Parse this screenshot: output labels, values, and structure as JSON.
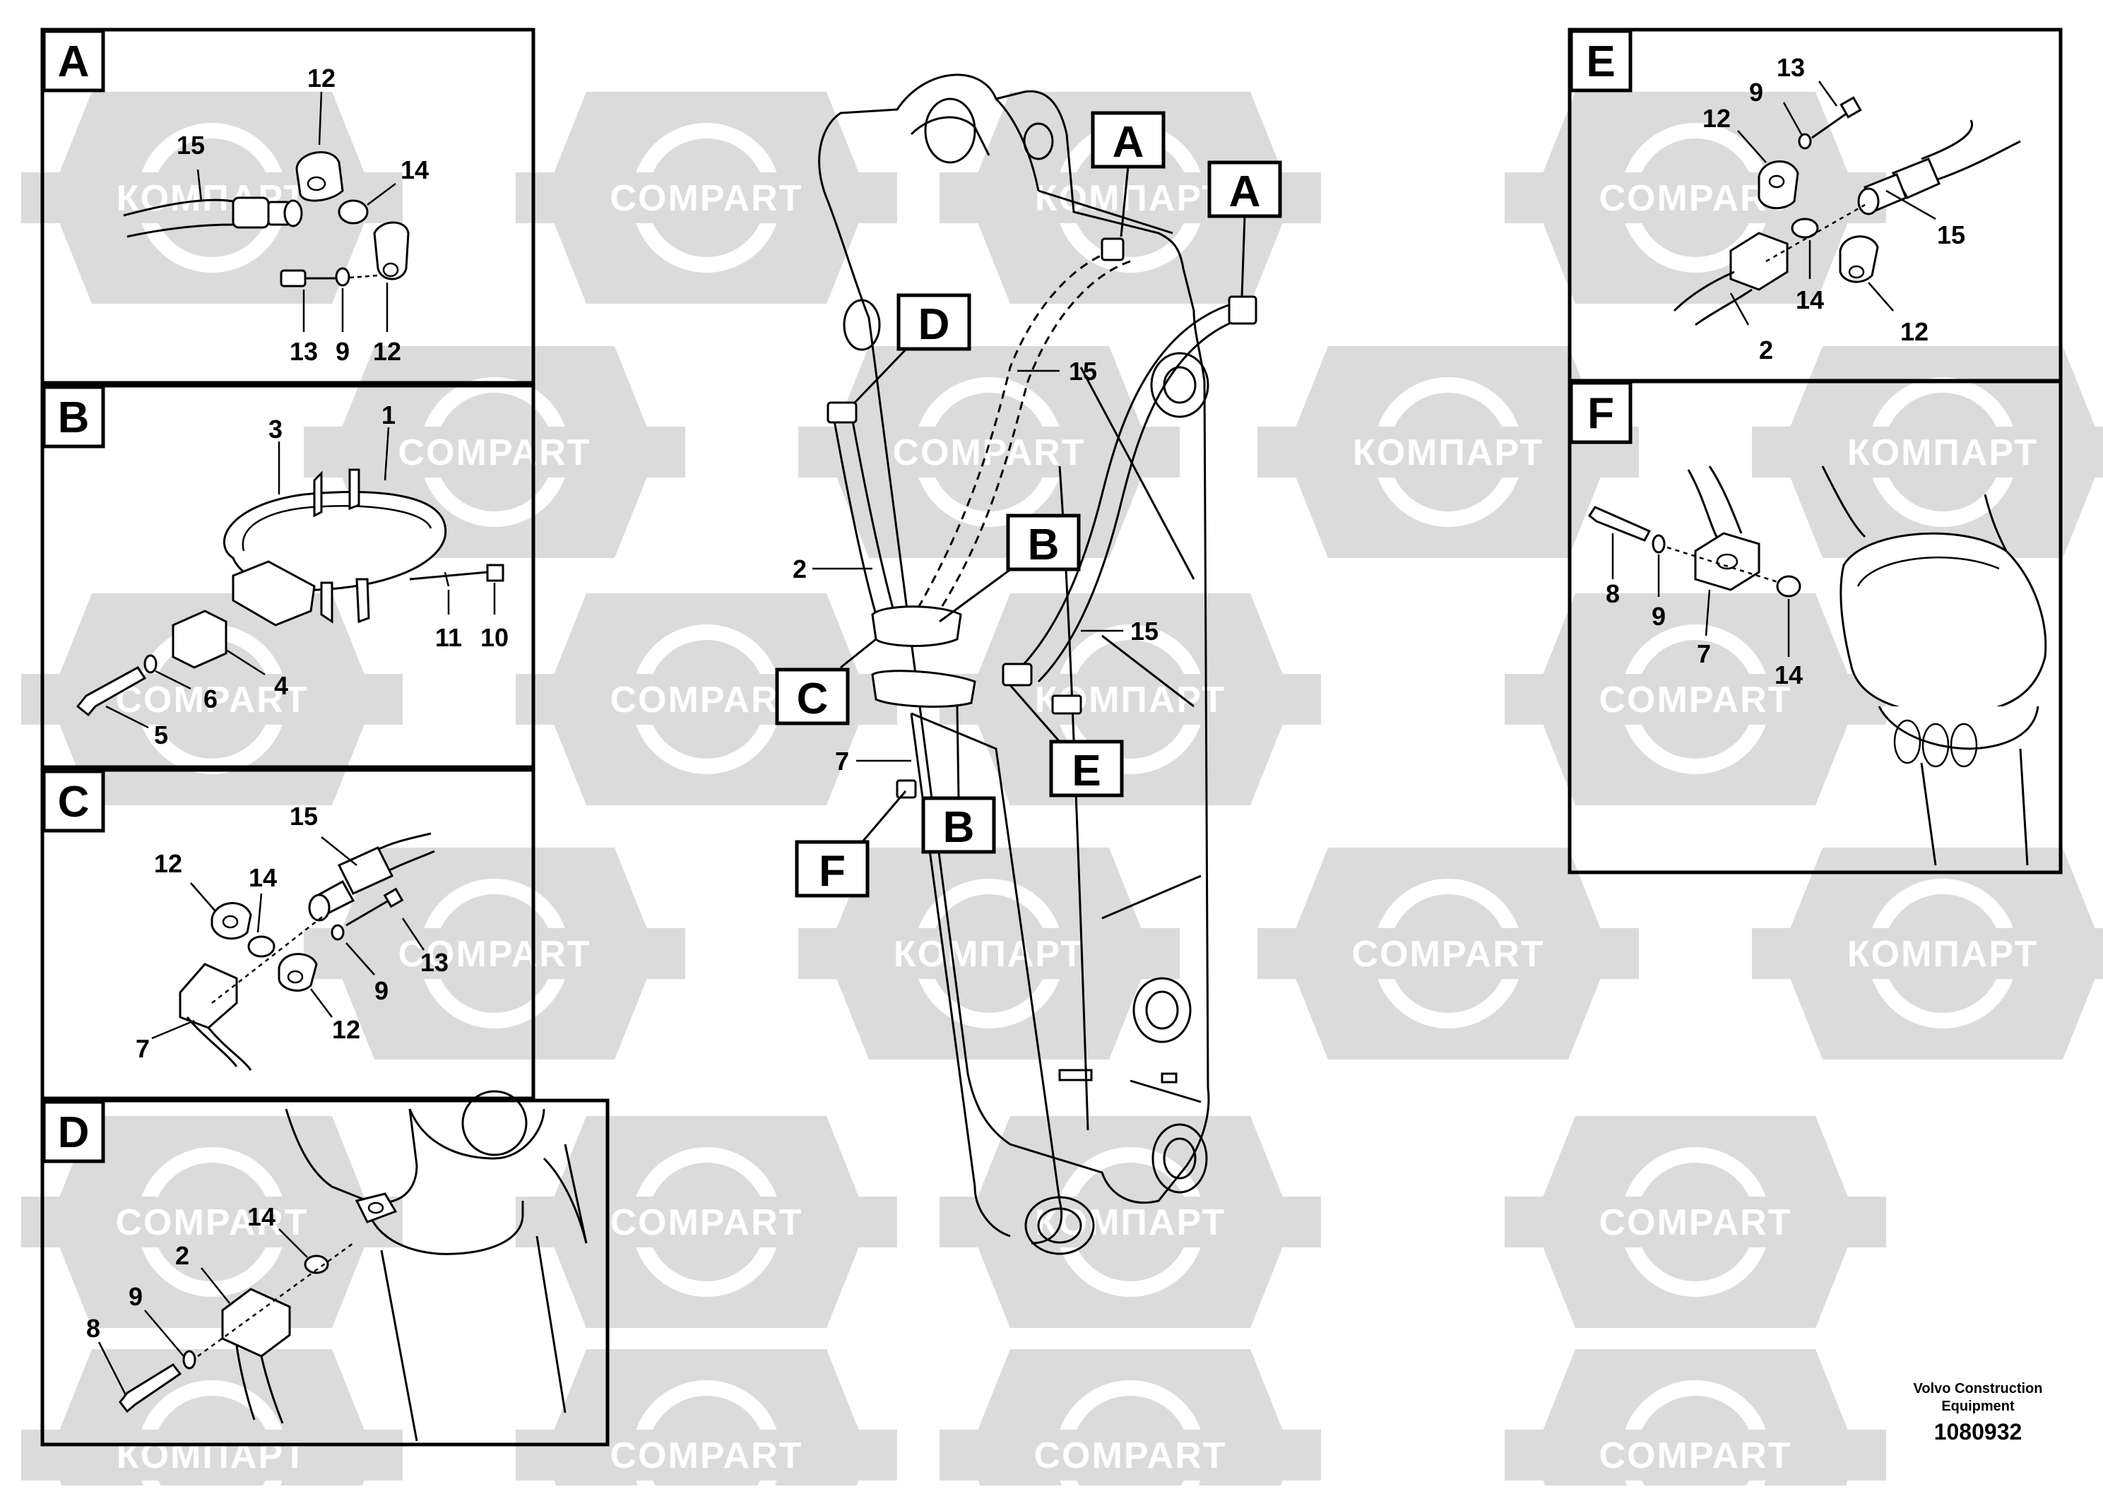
{
  "watermark": {
    "latin": "COMPART",
    "cyrillic": "КОМПАРТ"
  },
  "detail_A": {
    "label": "A",
    "parts": [
      "15",
      "12",
      "14",
      "13",
      "9",
      "12"
    ]
  },
  "detail_B": {
    "label": "B",
    "parts": [
      "3",
      "1",
      "11",
      "10",
      "6",
      "4",
      "5"
    ]
  },
  "detail_C": {
    "label": "C",
    "parts": [
      "15",
      "12",
      "14",
      "13",
      "9",
      "12",
      "7"
    ]
  },
  "detail_D": {
    "label": "D",
    "parts": [
      "14",
      "2",
      "9",
      "8"
    ]
  },
  "detail_E": {
    "label": "E",
    "parts": [
      "13",
      "9",
      "12",
      "15",
      "14",
      "12",
      "2"
    ]
  },
  "detail_F": {
    "label": "F",
    "parts": [
      "8",
      "9",
      "7",
      "14"
    ]
  },
  "main": {
    "callouts": [
      "A",
      "A",
      "D",
      "B",
      "C",
      "E",
      "B",
      "F"
    ],
    "parts": [
      "15",
      "2",
      "15",
      "7"
    ]
  },
  "footer": {
    "company_line1": "Volvo Construction",
    "company_line2": "Equipment",
    "drawing_number": "1080932"
  }
}
